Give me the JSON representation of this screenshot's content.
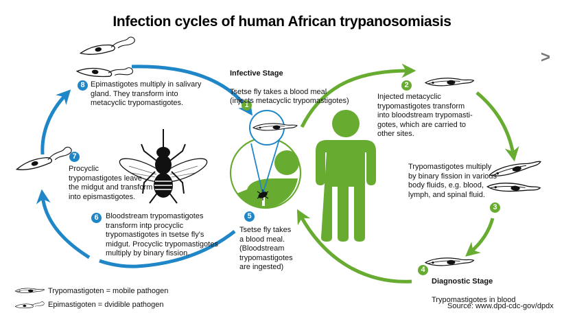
{
  "title": "Infection cycles of human African trypanosomiasis",
  "nav": {
    "next_icon": "chevron-right",
    "next_glyph": ">"
  },
  "colors": {
    "host_cycle": "#67ab31",
    "vector_cycle": "#1f86c8",
    "text": "#111111"
  },
  "steps": [
    {
      "number": "1",
      "cycle": "human",
      "heading": "Infective Stage",
      "text": "Tsetse fly takes a blood meal\n(injects metacyclic trypomastigotes)"
    },
    {
      "number": "2",
      "cycle": "human",
      "heading": "",
      "text": "Injected metacyclic\ntrypomastigotes transform\ninto bloodstream trypomasti-\ngotes, which are carried to\nother sites."
    },
    {
      "number": "3",
      "cycle": "human",
      "heading": "",
      "text": "Trypomastigotes multiply\nby binary fission in various\nbody fluids, e.g. blood,\nlymph, and spinal fluid."
    },
    {
      "number": "4",
      "cycle": "human",
      "heading": "Diagnostic Stage",
      "text": "Trypomastigotes in blood"
    },
    {
      "number": "5",
      "cycle": "fly",
      "heading": "",
      "text": "Tsetse fly takes\na blood meal.\n(Bloodstream\ntrypomastigotes\nare ingested)"
    },
    {
      "number": "6",
      "cycle": "fly",
      "heading": "",
      "text": "Bloodstream trypomastigotes\ntransform intp procyclic\ntrypomastigotes in tsetse fly's\nmidgut. Procyclic trypomastigotes\nmultiply by binary fission."
    },
    {
      "number": "7",
      "cycle": "fly",
      "heading": "",
      "text": "Procyclic\ntrypomastigotes leave\nthe midgut and transform\ninto epismastigotes."
    },
    {
      "number": "8",
      "cycle": "fly",
      "heading": "",
      "text": "Epimastigotes multiply in salivary\ngland. They transform into\nmetacyclic trypomastigotes."
    }
  ],
  "legend": [
    {
      "icon": "trypomastigote-icon",
      "label": "Trypomastigoten = mobile pathogen"
    },
    {
      "icon": "epimastigote-icon",
      "label": "Epimastigoten = dvidible pathogen"
    }
  ],
  "source": "Source: www.dpd-cdc-gov/dpdx"
}
